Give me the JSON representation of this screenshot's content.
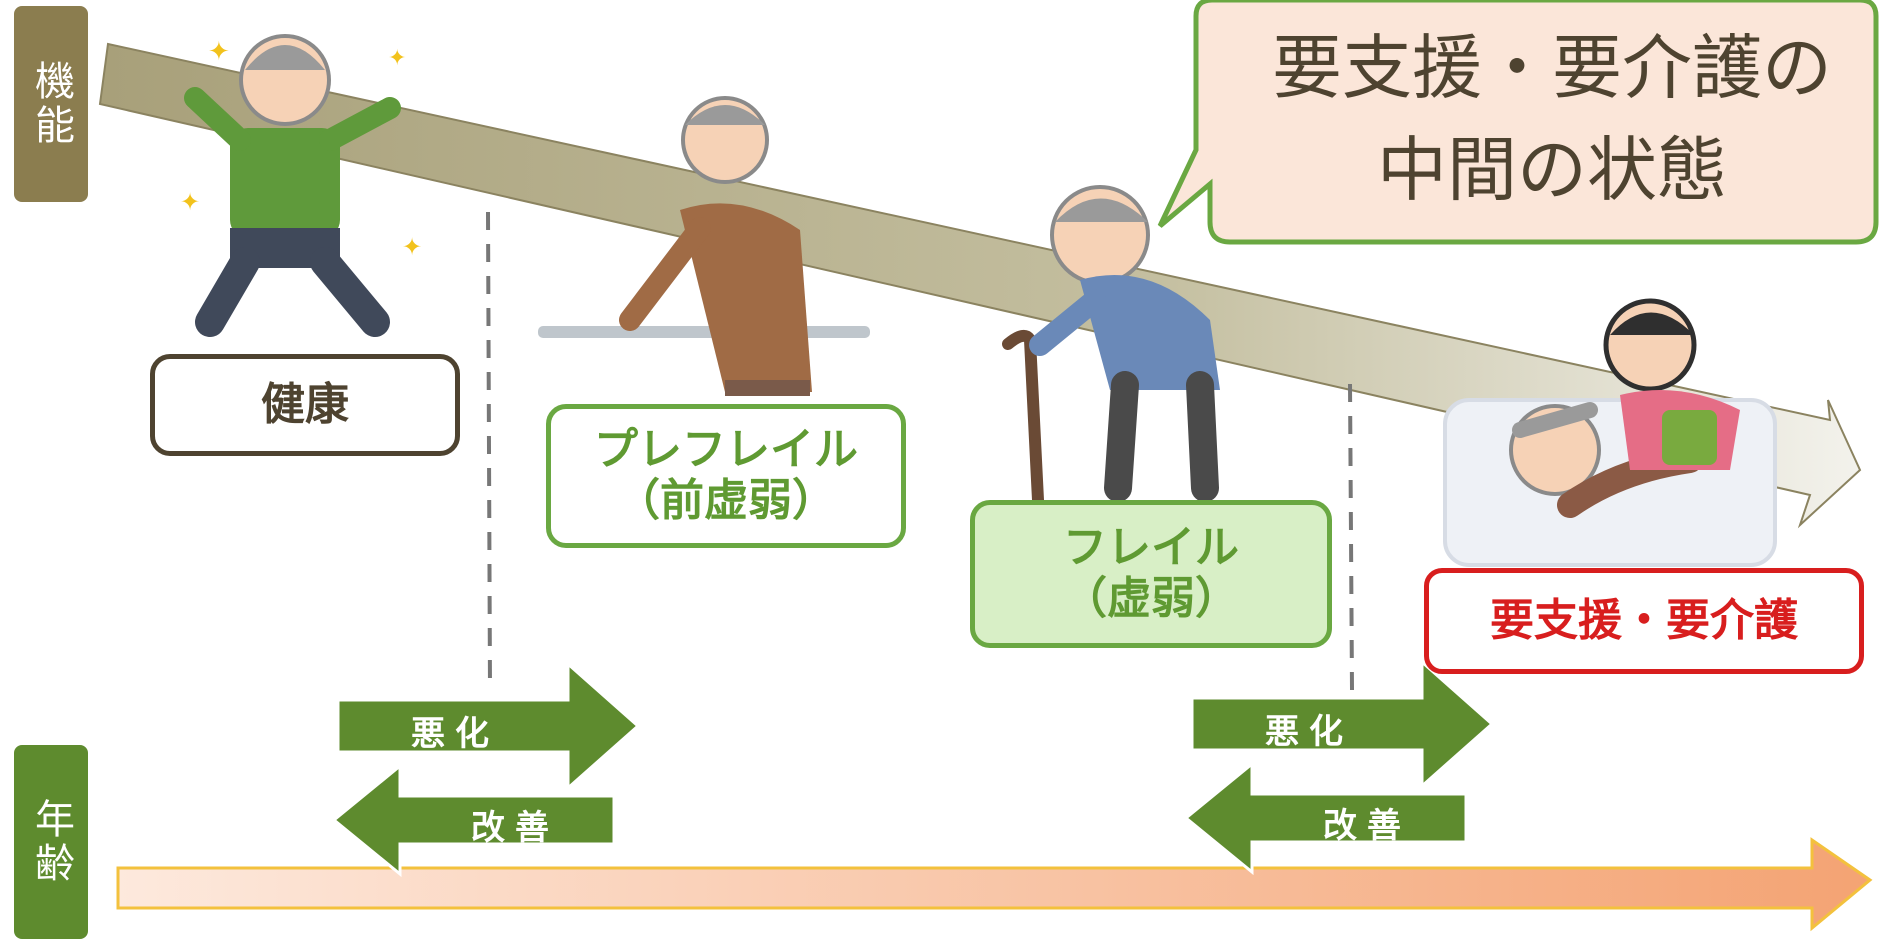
{
  "axes": {
    "function_label": "機能",
    "age_label": "年齢"
  },
  "callout": {
    "line1": "要支援・要介護の",
    "line2": "中間の状態"
  },
  "stages": {
    "healthy": {
      "label": "健康"
    },
    "prefrail": {
      "line1": "プレフレイル",
      "line2": "（前虚弱）"
    },
    "frail": {
      "line1": "フレイル",
      "line2": "（虚弱）"
    },
    "care": {
      "label": "要支援・要介護"
    }
  },
  "transitions": [
    {
      "worsen_label": "悪化",
      "improve_label": "改善"
    },
    {
      "worsen_label": "悪化",
      "improve_label": "改善"
    }
  ],
  "colors": {
    "function_axis": "#8b7d4f",
    "age_axis": "#5e8b2e",
    "decline_band": "#b8b28e",
    "age_band": "#f7cfae",
    "transition_arrow": "#5e8b2e",
    "stage_border": "#6aa842",
    "care_border": "#d81e1e",
    "callout_fill": "#fbe6d9"
  },
  "illustrations": [
    "healthy-elderly-man-icon",
    "elderly-man-with-walking-rail-icon",
    "elderly-man-with-cane-icon",
    "bedridden-elderly-with-caregiver-icon"
  ]
}
